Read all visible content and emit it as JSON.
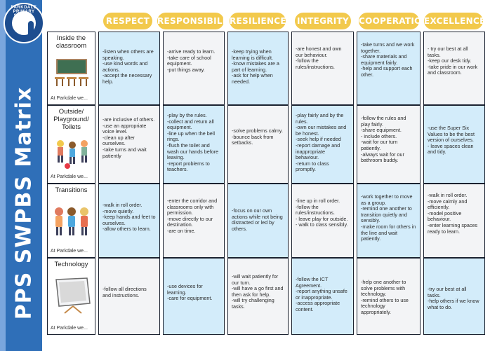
{
  "title": "PPS SWPBS Matrix",
  "logo_text": "PARKDALE PRIMARY SCHOOL",
  "colors": {
    "band": "#2f6fb8",
    "header": "#f2c94c",
    "cell_blue": "#d3ecfa",
    "cell_gray": "#f3f4f6",
    "border": "#1b2230"
  },
  "columns": [
    "RESPECT",
    "RESPONSIBILITY",
    "RESILIENCE",
    "INTEGRITY",
    "COOPERATION",
    "EXCELLENCE"
  ],
  "rows": [
    {
      "label": "Inside the classroom",
      "footer": "At Parkdale we...",
      "icon": "classroom-icon",
      "cells": [
        "-listen when others are speaking.\n-use kind words and actions.\n-accept the necessary help.",
        "-arrive ready to learn.\n-take care of school equipment.\n-put things away.",
        "-keep trying when learning is difficult.\n-know mistakes are a part of learning.\n-ask for help when needed.",
        "-are honest and own our behaviour.\n-follow the rules/instructions.",
        "-take turns and we work together.\n-share materials and equipment fairly.\n-help and support each other.",
        "- try our best at all tasks.\n-keep our desk tidy.\n-take pride in our work and classroom."
      ]
    },
    {
      "label": "Outside/ Playground/ Toilets",
      "footer": "At Parkdale we...",
      "icon": "playground-icon",
      "cells": [
        "-are inclusive of others.\n-use an appropriate voice level.\n-clean up after ourselves.\n-take turns and wait patiently",
        "-play by the rules.\n-collect and return all equipment.\n-line up when the bell rings.\n-flush the toilet and wash our hands before leaving.\n-report problems to teachers.",
        "-solve problems calmy.\n-bounce back from setbacks.",
        "-play fairly and by the rules.\n-own our mistakes and be honest.\n-seek help if needed\n-report damage and inappropriate behaviour.\n-return to class promptly.",
        "-follow the rules and play fairly.\n-share equipment.\n- include others.\n-wait for our turn patiently.\n-always wait for our bathroom buddy.",
        "-use the Super Six Values to be the best version of ourselves.\n- leave spaces clean and tidy."
      ]
    },
    {
      "label": "Transitions",
      "footer": "At Parkdale we...",
      "icon": "transitions-icon",
      "cells": [
        "-walk in roll order.\n-move quietly.\n-keep hands and feet to ourselves.\n-allow others to learn.",
        "-enter the corridor and classrooms only with permission.\n-move directly to our destination.\n-are on time.",
        "-focus on our own actions while not being distracted or led by others.",
        "-line up in roll order.\n-follow the rules/instructions.\n- leave play for outside.\n- walk to class sensibly.",
        "-work together to move as a group.\n-remind one another to transition quietly and sensibly.\n-make room for others in the line and wait patiently.",
        "-walk in roll order.\n-move calmly and efficiently.\n-model positive behaviour.\n-enter learning spaces ready to learn."
      ]
    },
    {
      "label": "Technology",
      "footer": "At Parkdale we...",
      "icon": "tablet-icon",
      "cells": [
        "-follow all directions and instructions.",
        "-use devices for learning.\n-care for equipment.",
        "-will wait patiently for our turn.\n-will have a go first and then ask for help.\n-will try challenging tasks.",
        "-follow the ICT Agreement.\n-report anything unsafe or inappropriate.\n-access appropriate content.",
        "-help one another to solve problems with technology.\n-remind others to use technology appropriately.",
        "-try our best at all tasks.\n-help others if we know what to do."
      ]
    }
  ]
}
